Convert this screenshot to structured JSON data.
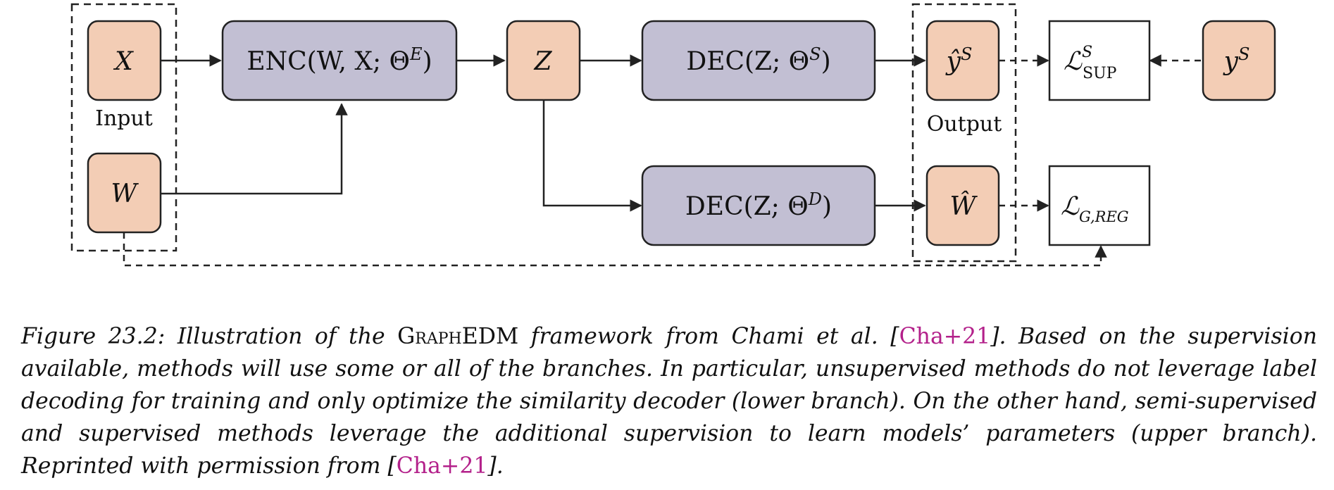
{
  "nodes": {
    "x": "X",
    "w": "W",
    "z": "Z",
    "enc": "ENC(W, X; Θ",
    "enc_sup": "E",
    "enc_close": ")",
    "dec_s": "DEC(Z; Θ",
    "dec_s_sup": "S",
    "dec_s_close": ")",
    "dec_d": "DEC(Z; Θ",
    "dec_d_sup": "D",
    "dec_d_close": ")",
    "y_hat": "ŷ",
    "y_hat_sup": "S",
    "w_hat": "Ŵ",
    "y": "y",
    "y_sup": "S",
    "loss_sup": "ℒ",
    "loss_sup_sup": "S",
    "loss_sup_sub": "SUP",
    "loss_reg": "ℒ",
    "loss_reg_sub": "G,REG"
  },
  "labels": {
    "input": "Input",
    "output": "Output"
  },
  "caption": {
    "prefix": "Figure 23.2: Illustration of the ",
    "framework_sc": "Graph",
    "framework_rest": "EDM",
    "mid1": " framework from Chami et al. [",
    "cite1": "Cha+21",
    "mid2": "]. Based on the supervision available, methods will use some or all of the branches. In particular, unsupervised methods do not leverage label decoding for training and only optimize the similarity decoder (lower branch). On the other hand, semi-supervised and supervised methods leverage the additional supervision to learn models’ parameters (upper branch). Reprinted with permission from [",
    "cite2": "Cha+21",
    "end": "]."
  },
  "colors": {
    "peach": "#f3cdb5",
    "lavender": "#c2bfd3",
    "stroke": "#222222"
  }
}
